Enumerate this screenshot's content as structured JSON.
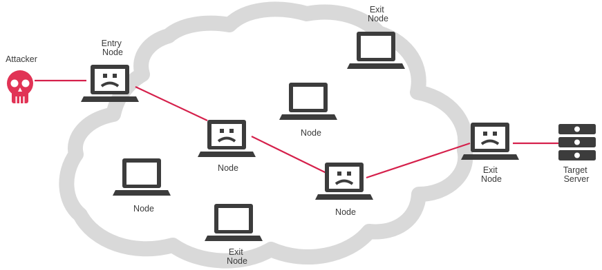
{
  "colors": {
    "cloud": "#d9d9d9",
    "laptop": "#3c3c3c",
    "link": "#d5204b",
    "skull": "#e13355",
    "server": "#3c3c3c",
    "text": "#3a3a3a"
  },
  "labels": {
    "attacker": "Attacker",
    "entry_node": [
      "Entry",
      "Node"
    ],
    "exit_node_top": [
      "Exit",
      "Node"
    ],
    "node_center": "Node",
    "node_mid_left": "Node",
    "node_mid_right": "Node",
    "node_bottom_left": "Node",
    "exit_node_bottom": [
      "Exit",
      "Node"
    ],
    "exit_node_right": [
      "Exit",
      "Node"
    ],
    "target_server": [
      "Target",
      "Server"
    ]
  },
  "icons": {
    "attacker": "skull-icon",
    "compromised_node": "sad-laptop-icon",
    "node": "laptop-icon",
    "server": "server-stack-icon"
  }
}
